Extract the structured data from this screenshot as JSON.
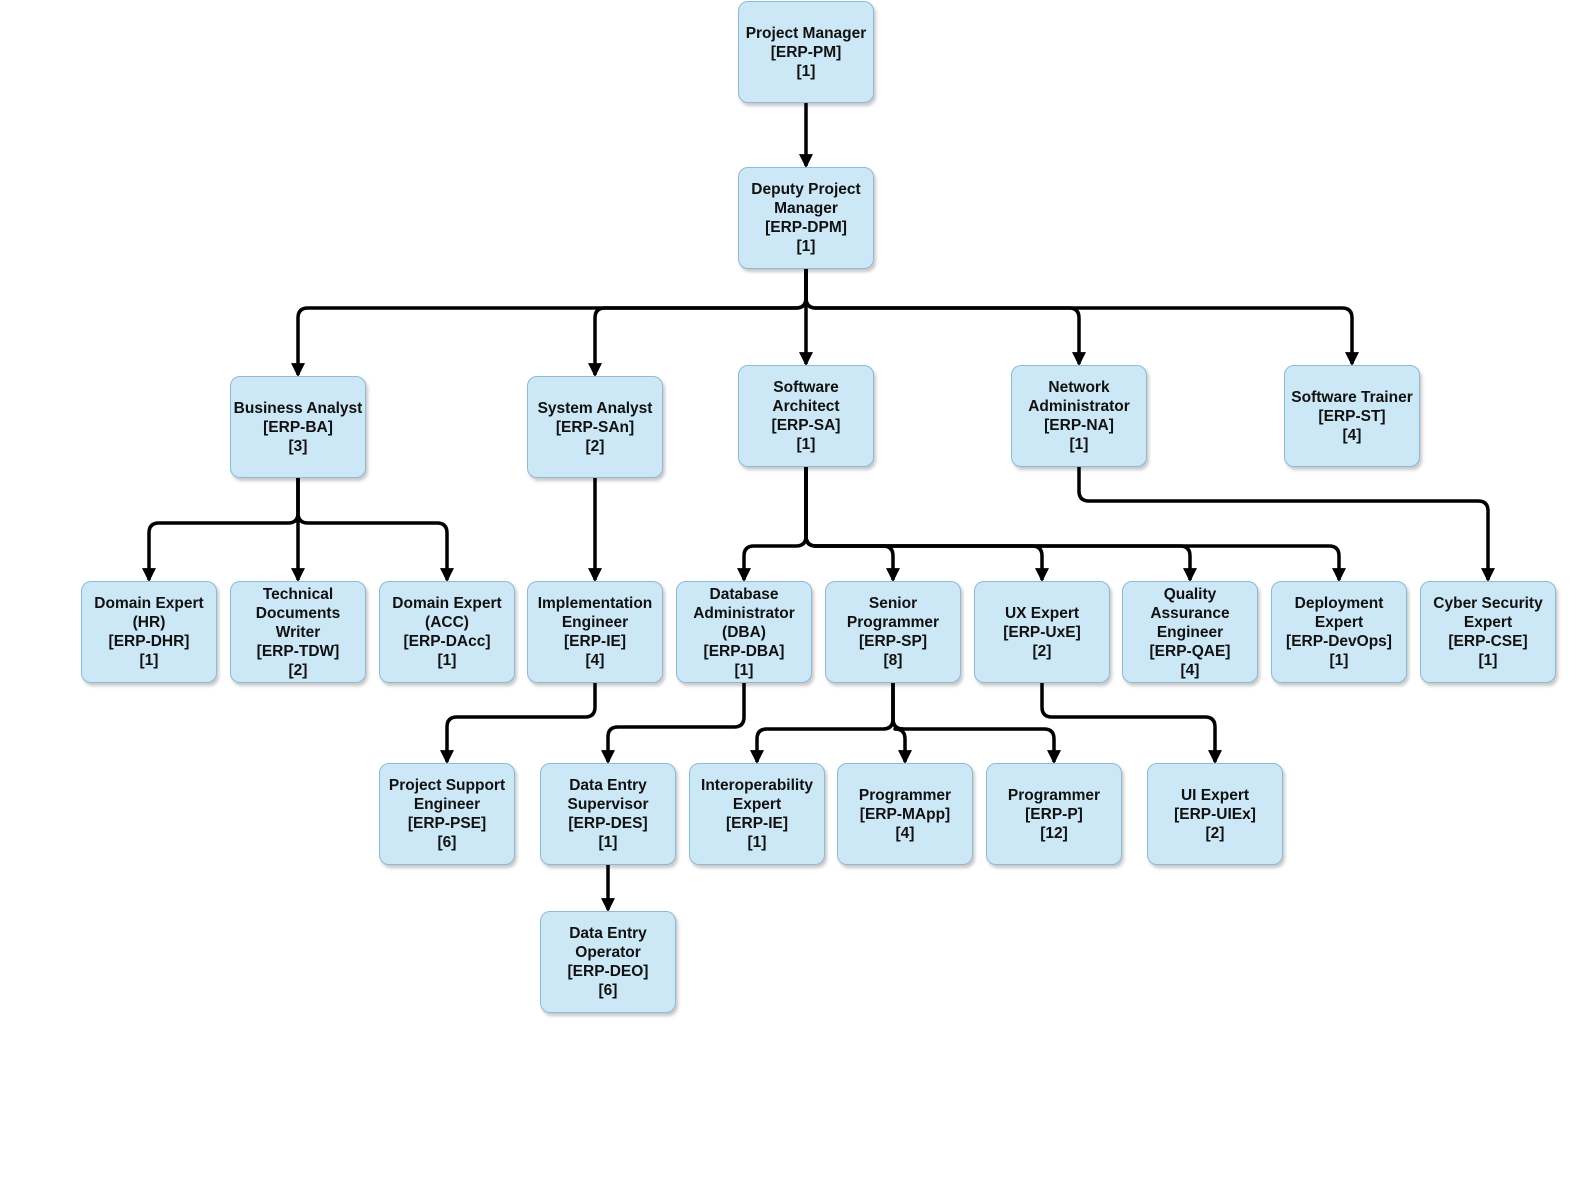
{
  "diagram": {
    "nodes": [
      {
        "id": "pm",
        "name": "project-manager-box",
        "lines": [
          "Project Manager",
          "[ERP-PM]",
          "[1]"
        ]
      },
      {
        "id": "dpm",
        "name": "deputy-project-manager-box",
        "lines": [
          "Deputy Project",
          "Manager",
          "[ERP-DPM]",
          "[1]"
        ]
      },
      {
        "id": "ba",
        "name": "business-analyst-box",
        "lines": [
          "Business Analyst",
          "[ERP-BA]",
          "[3]"
        ]
      },
      {
        "id": "san",
        "name": "system-analyst-box",
        "lines": [
          "System Analyst",
          "[ERP-SAn]",
          "[2]"
        ]
      },
      {
        "id": "sa",
        "name": "software-architect-box",
        "lines": [
          "Software",
          "Architect",
          "[ERP-SA]",
          "[1]"
        ]
      },
      {
        "id": "na",
        "name": "network-administrator-box",
        "lines": [
          "Network",
          "Administrator",
          "[ERP-NA]",
          "[1]"
        ]
      },
      {
        "id": "st",
        "name": "software-trainer-box",
        "lines": [
          "Software Trainer",
          "[ERP-ST]",
          "[4]"
        ]
      },
      {
        "id": "dhr",
        "name": "domain-expert-hr-box",
        "lines": [
          "Domain Expert",
          "(HR)",
          "[ERP-DHR]",
          "[1]"
        ]
      },
      {
        "id": "tdw",
        "name": "technical-documents-writer-box",
        "lines": [
          "Technical",
          "Documents",
          "Writer",
          "[ERP-TDW]",
          "[2]"
        ]
      },
      {
        "id": "dacc",
        "name": "domain-expert-acc-box",
        "lines": [
          "Domain Expert",
          "(ACC)",
          "[ERP-DAcc]",
          "[1]"
        ]
      },
      {
        "id": "ie",
        "name": "implementation-engineer-box",
        "lines": [
          "Implementation",
          "Engineer",
          "[ERP-IE]",
          "[4]"
        ]
      },
      {
        "id": "dba",
        "name": "database-administrator-box",
        "lines": [
          "Database",
          "Administrator",
          "(DBA)",
          "[ERP-DBA]",
          "[1]"
        ]
      },
      {
        "id": "sp",
        "name": "senior-programmer-box",
        "lines": [
          "Senior",
          "Programmer",
          "[ERP-SP]",
          "[8]"
        ]
      },
      {
        "id": "uxe",
        "name": "ux-expert-box",
        "lines": [
          "UX Expert",
          "[ERP-UxE]",
          "[2]"
        ]
      },
      {
        "id": "qae",
        "name": "quality-assurance-engineer-box",
        "lines": [
          "Quality",
          "Assurance",
          "Engineer",
          "[ERP-QAE]",
          "[4]"
        ]
      },
      {
        "id": "dev",
        "name": "deployment-expert-box",
        "lines": [
          "Deployment",
          "Expert",
          "[ERP-DevOps]",
          "[1]"
        ]
      },
      {
        "id": "cse",
        "name": "cyber-security-expert-box",
        "lines": [
          "Cyber Security",
          "Expert",
          "[ERP-CSE]",
          "[1]"
        ]
      },
      {
        "id": "pse",
        "name": "project-support-engineer-box",
        "lines": [
          "Project Support",
          "Engineer",
          "[ERP-PSE]",
          "[6]"
        ]
      },
      {
        "id": "des",
        "name": "data-entry-supervisor-box",
        "lines": [
          "Data Entry",
          "Supervisor",
          "[ERP-DES]",
          "[1]"
        ]
      },
      {
        "id": "iex",
        "name": "interoperability-expert-box",
        "lines": [
          "Interoperability",
          "Expert",
          "[ERP-IE]",
          "[1]"
        ]
      },
      {
        "id": "mapp",
        "name": "programmer-mapp-box",
        "lines": [
          "Programmer",
          "[ERP-MApp]",
          "[4]"
        ]
      },
      {
        "id": "p",
        "name": "programmer-p-box",
        "lines": [
          "Programmer",
          "[ERP-P]",
          "[12]"
        ]
      },
      {
        "id": "uiex",
        "name": "ui-expert-box",
        "lines": [
          "UI Expert",
          "[ERP-UIEx]",
          "[2]"
        ]
      },
      {
        "id": "deo",
        "name": "data-entry-operator-box",
        "lines": [
          "Data Entry",
          "Operator",
          "[ERP-DEO]",
          "[6]"
        ]
      }
    ],
    "edges": [
      [
        "pm",
        "dpm"
      ],
      [
        "dpm",
        "ba"
      ],
      [
        "dpm",
        "san"
      ],
      [
        "dpm",
        "sa"
      ],
      [
        "dpm",
        "na"
      ],
      [
        "dpm",
        "st"
      ],
      [
        "ba",
        "dhr"
      ],
      [
        "ba",
        "tdw"
      ],
      [
        "ba",
        "dacc"
      ],
      [
        "san",
        "ie"
      ],
      [
        "sa",
        "dba"
      ],
      [
        "sa",
        "sp"
      ],
      [
        "sa",
        "uxe"
      ],
      [
        "sa",
        "qae"
      ],
      [
        "sa",
        "dev"
      ],
      [
        "na",
        "cse"
      ],
      [
        "ie",
        "pse"
      ],
      [
        "dba",
        "des"
      ],
      [
        "sp",
        "iex"
      ],
      [
        "sp",
        "mapp"
      ],
      [
        "sp",
        "p"
      ],
      [
        "uxe",
        "uiex"
      ],
      [
        "des",
        "deo"
      ]
    ]
  }
}
